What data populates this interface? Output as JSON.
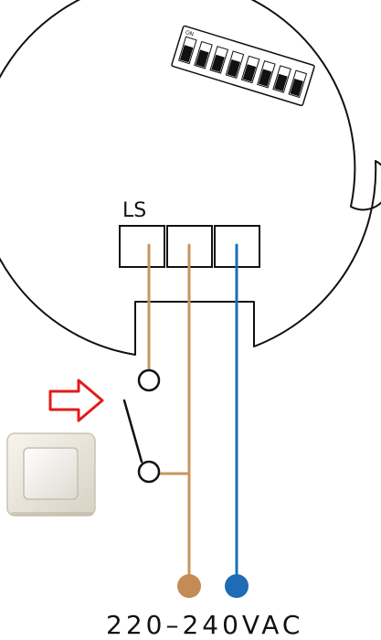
{
  "diagram": {
    "terminal_label": "LS",
    "dip_switch_label": "ON",
    "dip_switch_count": 8,
    "voltage_label": "220–240VAC",
    "colors": {
      "outline": "#111111",
      "wire_brown": "#c8955e",
      "wire_blue": "#1b6fb8",
      "terminal_dot_brown": "#c38c56",
      "terminal_dot_blue": "#1f6bb5",
      "arrow": "#e21c1c"
    },
    "icons": {
      "arrow": "right-arrow-outline-icon",
      "wall_switch": "wall-push-button-icon"
    }
  }
}
